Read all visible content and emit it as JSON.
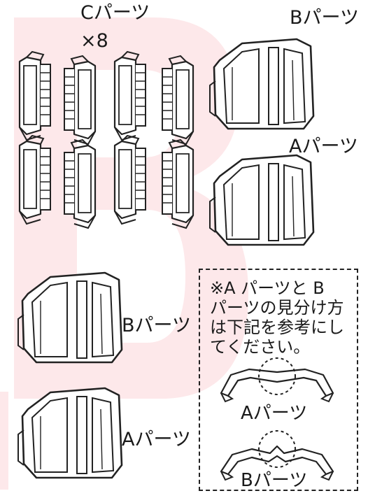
{
  "labels": {
    "c_parts": "Cパーツ",
    "c_count": "×8",
    "b_parts_top": "Bパーツ",
    "a_parts_top": "Aパーツ",
    "b_parts_left": "Bパーツ",
    "a_parts_left": "Aパーツ"
  },
  "note": {
    "lines": [
      "※A パーツと B",
      "パーツの見分け方",
      "は下記を参考にし",
      "てください。"
    ],
    "a_caption": "Aパーツ",
    "b_caption": "Bパーツ"
  },
  "colors": {
    "watermark": "#fde8ea",
    "line": "#222222"
  }
}
